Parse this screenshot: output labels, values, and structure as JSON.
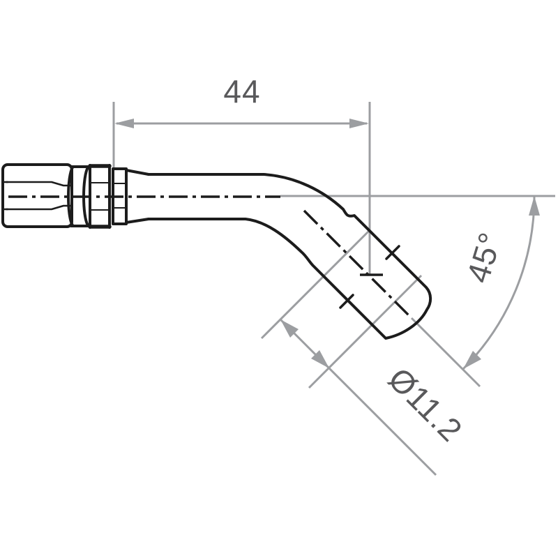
{
  "drawing": {
    "kind": "technical-drawing-hose-fitting-45deg",
    "dimensions": {
      "length": {
        "label": "44"
      },
      "angle": {
        "label": "45°"
      },
      "diameter": {
        "label": "Ø11.2"
      }
    },
    "colors": {
      "outline": "#1c1c1c",
      "dimension_lines": "#9c9ea1",
      "dimension_text": "#59595b",
      "background": "#ffffff"
    }
  }
}
